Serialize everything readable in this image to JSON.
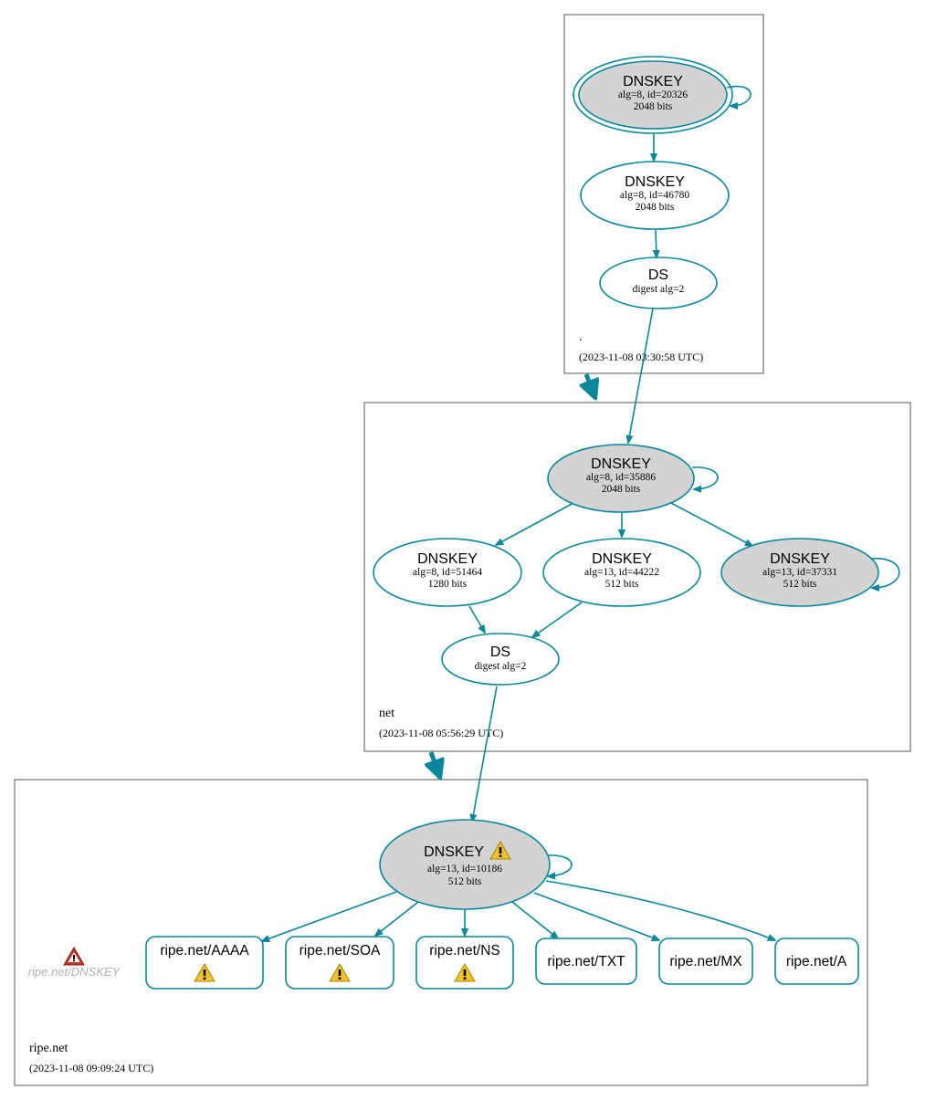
{
  "zones": {
    "root": {
      "name": ".",
      "timestamp": "(2023-11-08 03:30:58 UTC)"
    },
    "net": {
      "name": "net",
      "timestamp": "(2023-11-08 05:56:29 UTC)"
    },
    "ripe": {
      "name": "ripe.net",
      "timestamp": "(2023-11-08 09:09:24 UTC)"
    }
  },
  "nodes": {
    "root_ksk": {
      "title": "DNSKEY",
      "line1": "alg=8, id=20326",
      "line2": "2048 bits"
    },
    "root_zsk": {
      "title": "DNSKEY",
      "line1": "alg=8, id=46780",
      "line2": "2048 bits"
    },
    "root_ds": {
      "title": "DS",
      "line1": "digest alg=2"
    },
    "net_ksk": {
      "title": "DNSKEY",
      "line1": "alg=8, id=35886",
      "line2": "2048 bits"
    },
    "net_k51464": {
      "title": "DNSKEY",
      "line1": "alg=8, id=51464",
      "line2": "1280 bits"
    },
    "net_k44222": {
      "title": "DNSKEY",
      "line1": "alg=13, id=44222",
      "line2": "512 bits"
    },
    "net_k37331": {
      "title": "DNSKEY",
      "line1": "alg=13, id=37331",
      "line2": "512 bits"
    },
    "net_ds": {
      "title": "DS",
      "line1": "digest alg=2"
    },
    "ripe_key": {
      "title": "DNSKEY",
      "line1": "alg=13, id=10186",
      "line2": "512 bits"
    }
  },
  "records": {
    "aaaa": "ripe.net/AAAA",
    "soa": "ripe.net/SOA",
    "ns": "ripe.net/NS",
    "txt": "ripe.net/TXT",
    "mx": "ripe.net/MX",
    "a": "ripe.net/A"
  },
  "error_record": "ripe.net/DNSKEY",
  "colors": {
    "edge": "#0a879a",
    "fill": "#d3d3d3",
    "warning": "#f2c12e",
    "error": "#c0392b"
  }
}
